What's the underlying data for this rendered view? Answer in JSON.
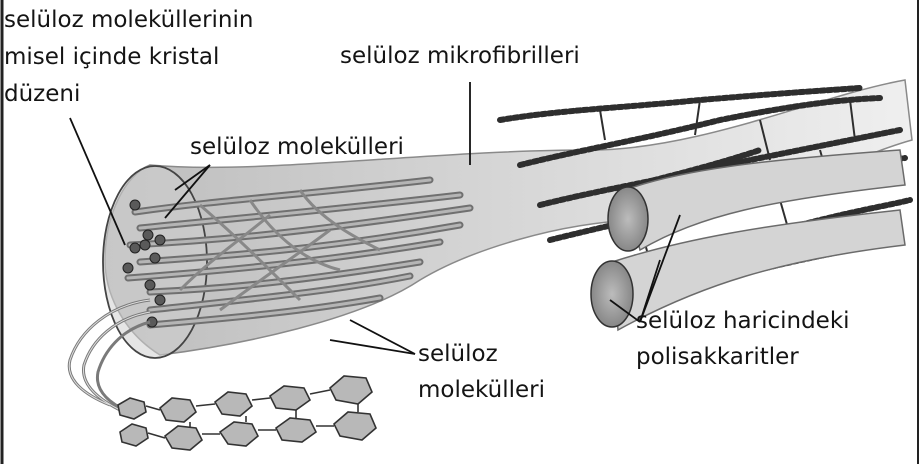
{
  "labels": {
    "crystal_line1": "selüloz moleküllerinin",
    "crystal_line2": "misel içinde kristal",
    "crystal_line3": "düzeni",
    "microfibrils": "selüloz mikrofibrilleri",
    "molecules_top": "selüloz molekülleri",
    "molecules_bottom_line1": "selüloz",
    "molecules_bottom_line2": "molekülleri",
    "polysaccharides_line1": "selüloz haricindeki",
    "polysaccharides_line2": "polisakkaritler"
  },
  "colors": {
    "fiber_fill": "#c9c9c9",
    "fiber_stroke": "#6e6e6e",
    "strand_dark": "#3a3a3a",
    "text": "#141414"
  }
}
